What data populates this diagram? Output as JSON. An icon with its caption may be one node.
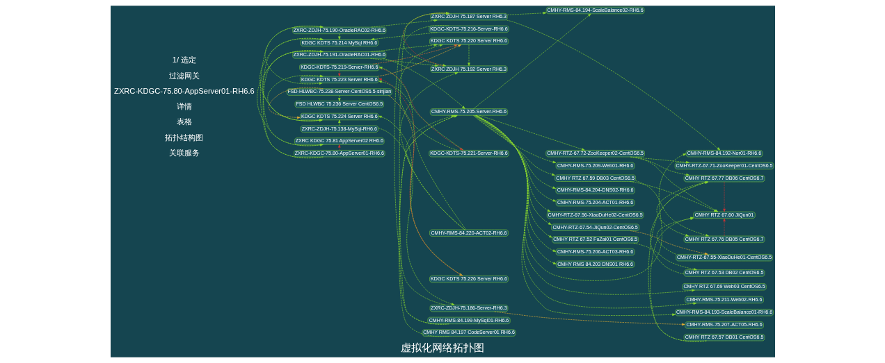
{
  "diagram": {
    "caption": "虚拟化网络拓扑图",
    "nodes": [
      {
        "text": [
          "ZXRC-KDGC-75.80-AppServer01-RH6.6"
        ]
      },
      {
        "text": [
          "ZXRC-ZDJH-75.191-OracleRAC01-RH6.6"
        ]
      },
      {
        "text": [
          "ZXRC-ZDJH-75.190-OracleRAC02-RH6.6"
        ]
      },
      {
        "text": [
          "ZXRC-ZDJH-75.138-MySql-RH6.6"
        ]
      },
      {
        "text": [
          "FSD-HLWBC-75.238-Server-CentOS6.5-sinjian"
        ]
      },
      {
        "text": [
          "FSD HLWBC 75.236 Server CentOS6.5"
        ]
      },
      {
        "text": [
          "KDGC-KDTS-75.219-Server-RH6.6"
        ]
      },
      {
        "text": [
          "KDGC-KDTS-75.221-Server-RH6.6"
        ]
      },
      {
        "text": [
          "KDGC-KDTS-75.216-Server-RH6.6"
        ]
      },
      {
        "text": [
          "KDGC KDTS 75.226 Server RH6.6"
        ]
      },
      {
        "text": [
          "ZXRC KDGC 75.81 AppServer02 RH6.6"
        ]
      },
      {
        "text": [
          "KDGC KDTS 75.214 MySql RH6.6"
        ]
      },
      {
        "text": [
          "KDGC KDTS 75.224 Server RH6.6"
        ]
      },
      {
        "text": [
          "KDGC KDTS 75.223 Server RH6.6"
        ]
      },
      {
        "text": [
          "KDGC KDTS 75.220 Server RH6.6"
        ]
      },
      {
        "text": [
          "ZXRC ZDJH 75.192 Server RH6.3"
        ]
      },
      {
        "text": [
          "ZXRC-ZDJH-75.186-Server-RH6.3"
        ]
      },
      {
        "text": [
          "ZXRC ZDJH 75.187 Server RH6.3"
        ]
      },
      {
        "text": [
          "CMHY-RMS-84.220-ACT02-RH6.6"
        ]
      },
      {
        "text": [
          "CMHY-RMS-84.199-MySql01-RH6.6"
        ]
      },
      {
        "text": [
          "CMHY RMS 84.197 CodeServer01 RH6.6"
        ]
      },
      {
        "text": [
          "CMHY-RMS-75.205-Server-RH6.6"
        ]
      },
      {
        "text": [
          "CMHY-RTZ-67.72-ZooKeeper02-CentOS6.5"
        ]
      },
      {
        "text": [
          "CMHY-RMS-75.209-Web01-RH6.6"
        ]
      },
      {
        "text": [
          "CMHY RTZ 67.59 DB03 CentOS6.5"
        ]
      },
      {
        "text": [
          "CMHY-RMS-84.204-DNS02-RH6.6"
        ]
      },
      {
        "text": [
          "CMHY-RTZ-67.71-ZooKeeper01-CentOS6.5"
        ]
      },
      {
        "text": [
          "CMHY-RMS-75.204-ACT01-RH6.6"
        ]
      },
      {
        "text": [
          "CMHY-RTZ-67.56-XiaoDuHe02-CentOS6.5"
        ]
      },
      {
        "text": [
          "CMHY-RTZ-67.54-JiQun02-CentOS6.5"
        ]
      },
      {
        "text": [
          "CMHY RTZ 67.52 FuZai01 CentOS6.5"
        ]
      },
      {
        "text": [
          "CMHY RTZ 67.53 DB02 CentOS6.5"
        ]
      },
      {
        "text": [
          "CMHY-RTZ-67.55-XiaoDuHe01-CentOS6.5"
        ]
      },
      {
        "text": [
          "CMHY RTZ 67.77 DB06 CentOS6.7"
        ]
      },
      {
        "text": [
          "CMHY RTZ 67.76 DB05 CentOS6.7"
        ]
      },
      {
        "text": [
          "CMHY-RMS-75.206-ACT03-RH6.6"
        ]
      },
      {
        "text": [
          "CMHY RMS 84.203 DNS01 RH6.6"
        ]
      },
      {
        "text": [
          "CMHY RTZ 67.57 DB01 CentOS6.5"
        ]
      },
      {
        "text": [
          "CMHY RTZ 67.60 JiQun01"
        ]
      },
      {
        "text": [
          "CMHY-RMS-84.194-ScaleBalance02-RH6.6"
        ]
      },
      {
        "text": [
          "CMHY-RMS-84.192-Nor01-RH6.6"
        ]
      },
      {
        "text": [
          "CMHY-RMS-75.207-ACT05-RH6.6"
        ]
      },
      {
        "text": [
          "CMHY RTZ 67.69 Web03 CentOS6.5"
        ]
      },
      {
        "text": [
          "CMHY-RMS-75.211-Web02-RH6.6"
        ]
      },
      {
        "text": [
          "CMHY-RMS-84.193-ScaleBalance01-RH6.6"
        ]
      }
    ],
    "edges": [
      {
        "from": 0,
        "to": 1,
        "arrow": "to"
      },
      {
        "from": 0,
        "to": 2,
        "arrow": "to"
      },
      {
        "from": 0,
        "to": 10,
        "arrow": "to",
        "color": "#cc3333"
      },
      {
        "from": 1,
        "to": 10,
        "arrow": "to"
      },
      {
        "from": 1,
        "to": 12,
        "arrow": "to"
      },
      {
        "from": 1,
        "to": 14,
        "arrow": "to"
      },
      {
        "from": 1,
        "to": 21,
        "arrow": "to"
      },
      {
        "from": 1,
        "to": 15,
        "arrow": "to"
      },
      {
        "from": 2,
        "to": 11,
        "arrow": "to"
      },
      {
        "from": 2,
        "to": 13,
        "arrow": "to"
      },
      {
        "from": 2,
        "to": 17,
        "arrow": "to"
      },
      {
        "from": 3,
        "to": 12,
        "arrow": "to"
      },
      {
        "from": 3,
        "to": 16,
        "arrow": "to"
      },
      {
        "from": 4,
        "to": 5,
        "arrow": "to"
      },
      {
        "from": 4,
        "to": 12,
        "arrow": "to",
        "color": "#e8b030"
      },
      {
        "from": 4,
        "to": 9,
        "arrow": "to",
        "color": "#e8b030"
      },
      {
        "from": 6,
        "to": 7,
        "arrow": "to",
        "color": "#cc3333"
      },
      {
        "from": 6,
        "to": 13,
        "arrow": "to",
        "color": "#cc3333"
      },
      {
        "from": 6,
        "to": 14,
        "arrow": "to",
        "color": "#e07030"
      },
      {
        "from": 7,
        "to": 13,
        "arrow": "to"
      },
      {
        "from": 7,
        "to": 14,
        "arrow": "to"
      },
      {
        "from": 8,
        "to": 11,
        "arrow": "to"
      },
      {
        "from": 8,
        "to": 15,
        "arrow": "to"
      },
      {
        "from": 9,
        "to": 12,
        "arrow": "to"
      },
      {
        "from": 9,
        "to": 13,
        "arrow": "to",
        "color": "#cc3333"
      },
      {
        "from": 10,
        "to": 11,
        "arrow": "to"
      },
      {
        "from": 11,
        "to": 12,
        "arrow": "to"
      },
      {
        "from": 12,
        "to": 13,
        "arrow": "to"
      },
      {
        "from": 13,
        "to": 14,
        "arrow": "to",
        "color": "#e8b030"
      },
      {
        "from": 14,
        "to": 15,
        "arrow": "to"
      },
      {
        "from": 15,
        "to": 17,
        "arrow": "to",
        "color": "#cc3333"
      },
      {
        "from": 16,
        "to": 17,
        "arrow": "to"
      },
      {
        "from": 16,
        "to": 41,
        "arrow": "to",
        "color": "#e8b030"
      },
      {
        "from": 18,
        "to": 6,
        "arrow": "to"
      },
      {
        "from": 18,
        "to": 15,
        "arrow": "to"
      },
      {
        "from": 18,
        "to": 21,
        "arrow": "to"
      },
      {
        "from": 19,
        "to": 21,
        "arrow": "to"
      },
      {
        "from": 19,
        "to": 17,
        "arrow": "to"
      },
      {
        "from": 20,
        "to": 21,
        "arrow": "to"
      },
      {
        "from": 21,
        "to": 22,
        "arrow": "to"
      },
      {
        "from": 21,
        "to": 23,
        "arrow": "to"
      },
      {
        "from": 21,
        "to": 24,
        "arrow": "to"
      },
      {
        "from": 21,
        "to": 25,
        "arrow": "to"
      },
      {
        "from": 21,
        "to": 27,
        "arrow": "to"
      },
      {
        "from": 21,
        "to": 28,
        "arrow": "to"
      },
      {
        "from": 21,
        "to": 29,
        "arrow": "to"
      },
      {
        "from": 21,
        "to": 30,
        "arrow": "to"
      },
      {
        "from": 21,
        "to": 35,
        "arrow": "to"
      },
      {
        "from": 21,
        "to": 36,
        "arrow": "to"
      },
      {
        "from": 21,
        "to": 39,
        "arrow": "to"
      },
      {
        "from": 21,
        "to": 40,
        "arrow": "to"
      },
      {
        "from": 21,
        "to": 42,
        "arrow": "to"
      },
      {
        "from": 21,
        "to": 43,
        "arrow": "to"
      },
      {
        "from": 21,
        "to": 44,
        "arrow": "to"
      },
      {
        "from": 22,
        "to": 26,
        "arrow": "to"
      },
      {
        "from": 22,
        "to": 33,
        "arrow": "to"
      },
      {
        "from": 22,
        "to": 38,
        "arrow": "to"
      },
      {
        "from": 24,
        "to": 34,
        "arrow": "to"
      },
      {
        "from": 24,
        "to": 38,
        "arrow": "to"
      },
      {
        "from": 29,
        "to": 32,
        "arrow": "to",
        "color": "#e8b030"
      },
      {
        "from": 30,
        "to": 31,
        "arrow": "to"
      },
      {
        "from": 31,
        "to": 33,
        "arrow": "to"
      },
      {
        "from": 33,
        "to": 34,
        "arrow": "to"
      },
      {
        "from": 33,
        "to": 38,
        "arrow": "to",
        "color": "#cc3333"
      },
      {
        "from": 34,
        "to": 38,
        "arrow": "to",
        "color": "#cc3333"
      },
      {
        "from": 37,
        "to": 38,
        "arrow": "to"
      },
      {
        "from": 37,
        "to": 33,
        "arrow": "to"
      },
      {
        "from": 32,
        "to": 38,
        "arrow": "to"
      },
      {
        "from": 17,
        "to": 39,
        "arrow": "to"
      },
      {
        "from": 17,
        "to": 40,
        "arrow": "to"
      }
    ],
    "labels": [
      "关联服务",
      "拓扑结构图",
      "表格",
      "详情",
      "ZXRC-KDGC-75.80-AppServer01-RH6.6",
      "过滤网关",
      "1/ 选定"
    ]
  }
}
